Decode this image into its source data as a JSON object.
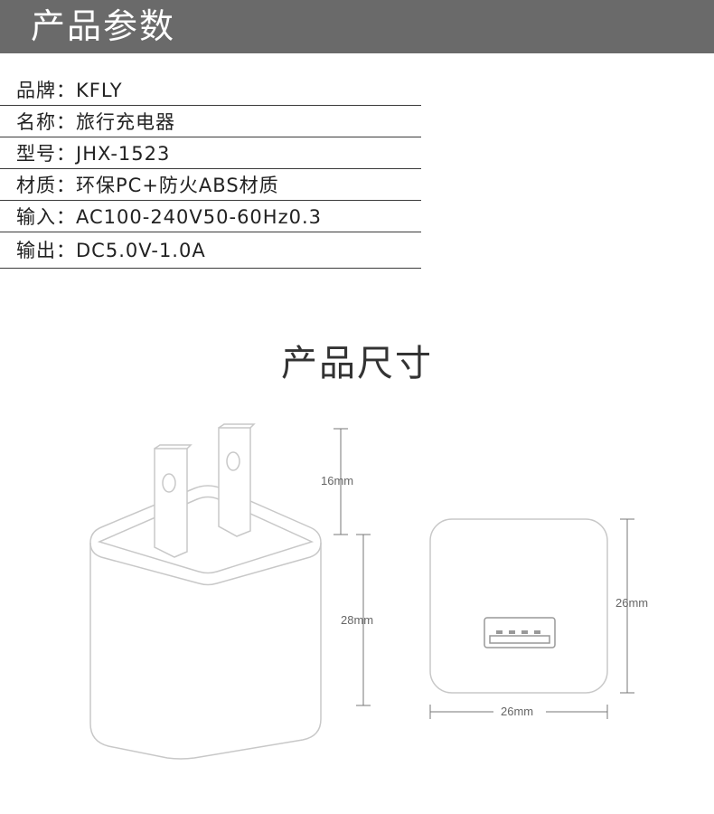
{
  "banner": {
    "title": "产品参数"
  },
  "specs": [
    {
      "text": "品牌：KFLY"
    },
    {
      "text": "名称：旅行充电器"
    },
    {
      "text": "型号：JHX-1523"
    },
    {
      "text": "材质：环保PC+防火ABS材质"
    },
    {
      "text": "输入：AC100-240V50-60Hz0.3"
    },
    {
      "text": "输出：DC5.0V-1.0A"
    }
  ],
  "dimensions": {
    "title": "产品尺寸",
    "prong_height": "16mm",
    "body_height": "28mm",
    "face_height": "26mm",
    "face_width": "26mm"
  },
  "colors": {
    "banner": "#6a6a6a",
    "line": "#3a3a3a",
    "outline": "#c8c8c8"
  }
}
